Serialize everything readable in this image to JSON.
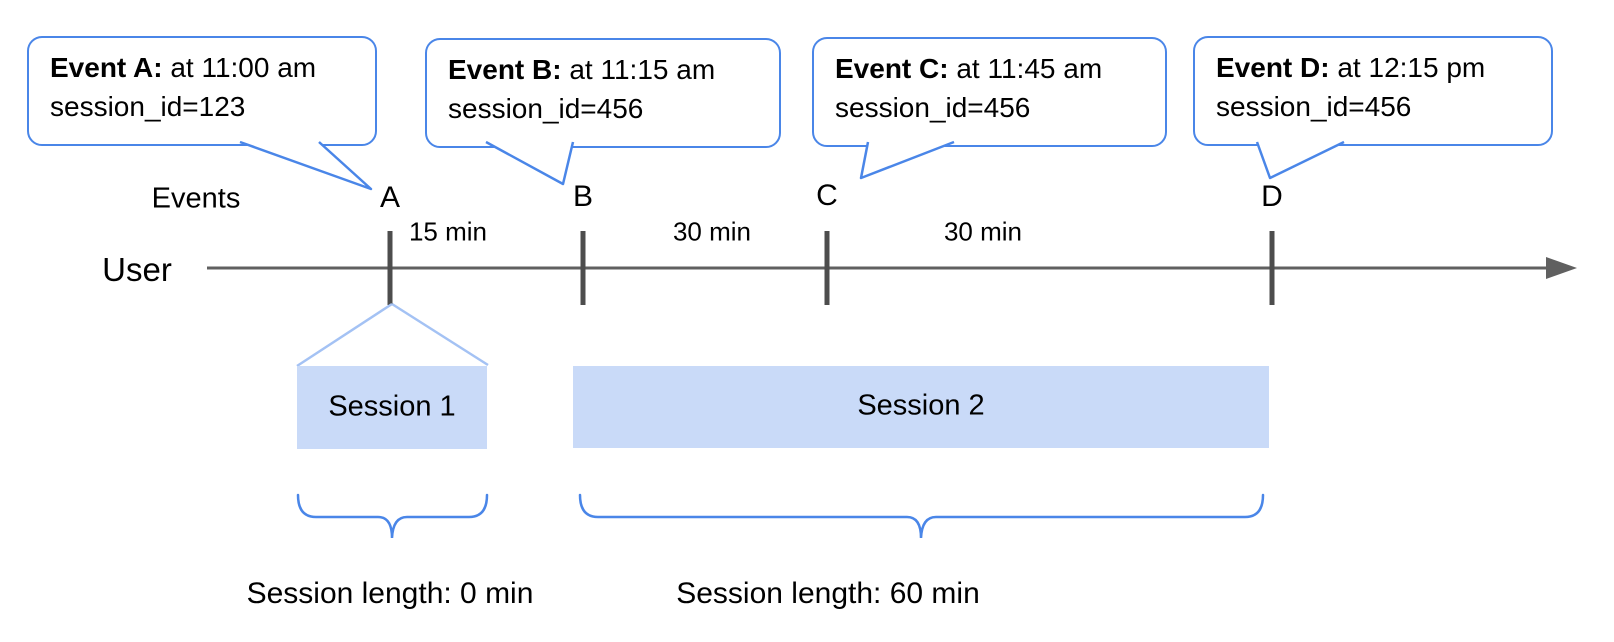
{
  "diagram": {
    "callouts": [
      {
        "title": "Event A:",
        "time": "at 11:00 am",
        "session": "session_id=123"
      },
      {
        "title": "Event B:",
        "time": "at 11:15 am",
        "session": "session_id=456"
      },
      {
        "title": "Event C:",
        "time": "at 11:45 am",
        "session": "session_id=456"
      },
      {
        "title": "Event D:",
        "time": "at 12:15 pm",
        "session": "session_id=456"
      }
    ],
    "axis": {
      "events_label": "Events",
      "user_label": "User"
    },
    "event_markers": [
      "A",
      "B",
      "C",
      "D"
    ],
    "intervals": [
      "15 min",
      "30 min",
      "30 min"
    ],
    "sessions": [
      {
        "label": "Session 1",
        "length_label": "Session length: 0 min"
      },
      {
        "label": "Session 2",
        "length_label": "Session length: 60 min"
      }
    ],
    "colors": {
      "accent_blue": "#4a86e8",
      "light_blue_edge": "#a4c2f4",
      "session_bar_fill": "#c9daf8",
      "timeline_gray": "#606060",
      "tick_gray": "#4d4d4d"
    }
  }
}
